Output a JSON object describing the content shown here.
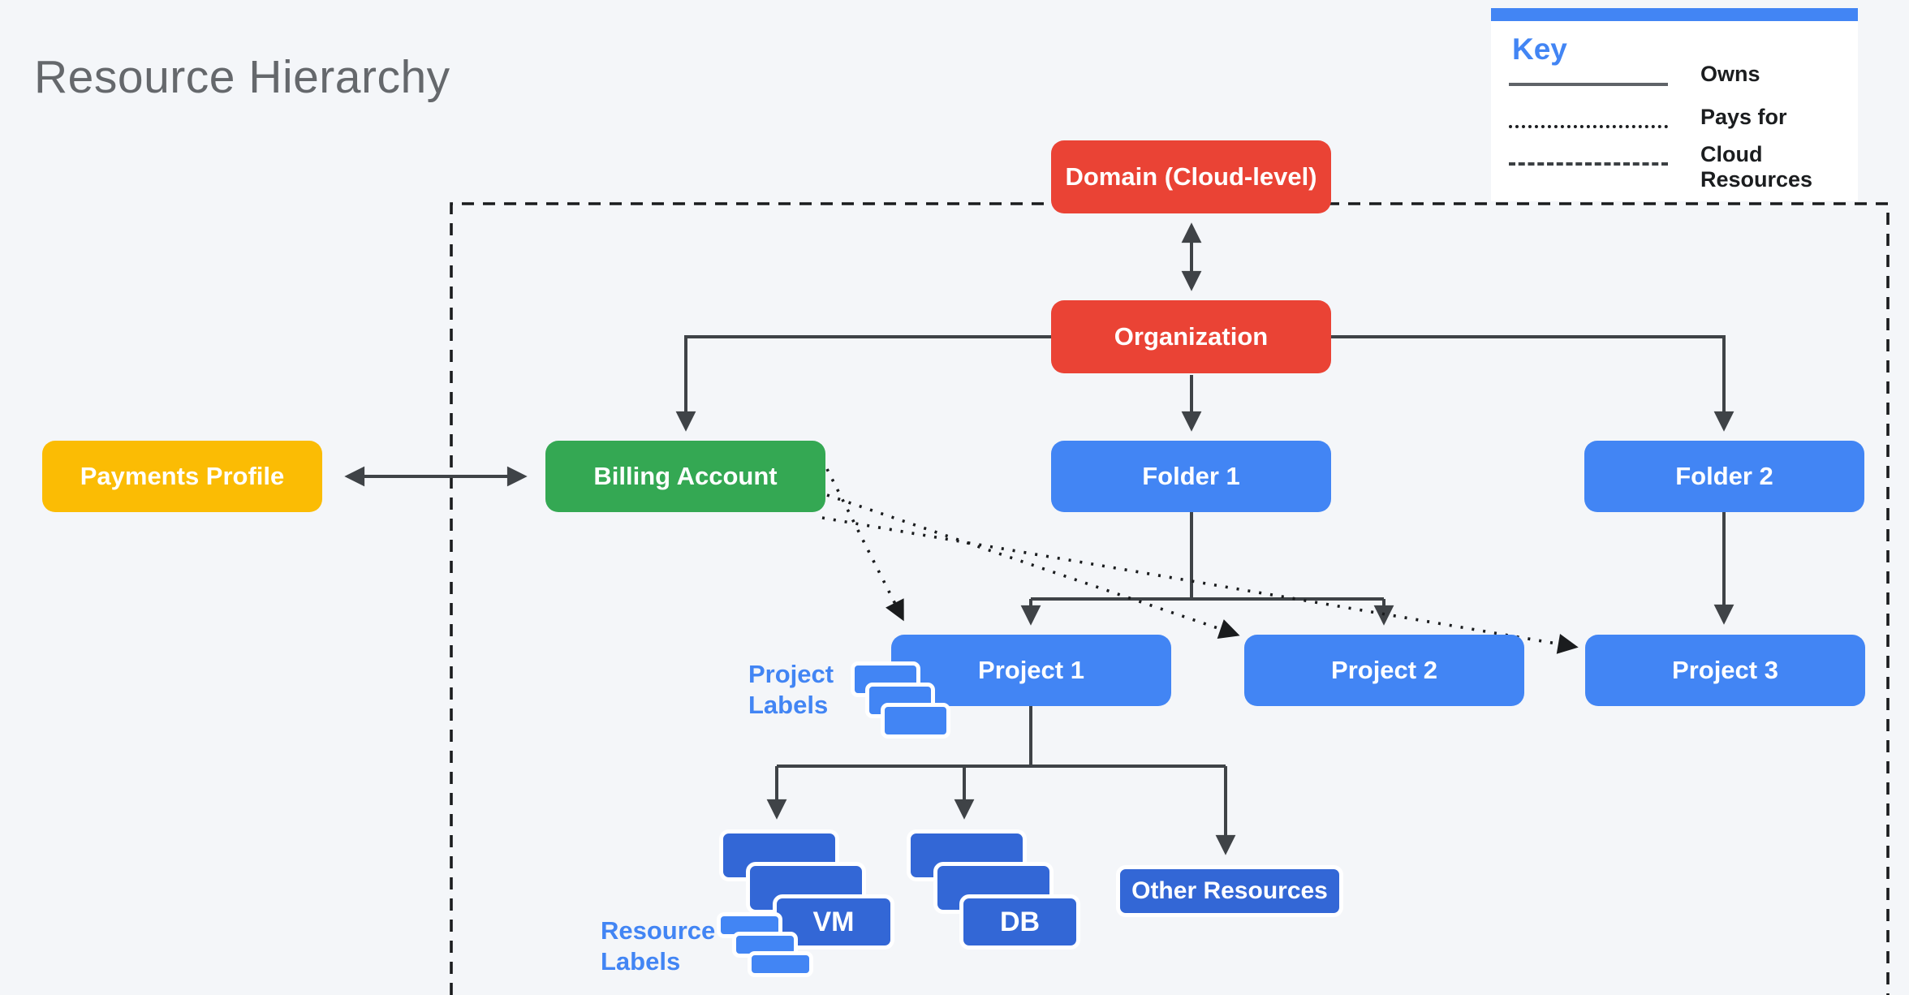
{
  "title": "Resource Hierarchy",
  "legend": {
    "title": "Key",
    "items": [
      {
        "style": "solid",
        "label": "Owns"
      },
      {
        "style": "dotted",
        "label": "Pays for"
      },
      {
        "style": "dashed",
        "label": "Cloud Resources"
      }
    ]
  },
  "nodes": {
    "domain": {
      "label": "Domain (Cloud-level)",
      "color": "#EA4335"
    },
    "organization": {
      "label": "Organization",
      "color": "#EA4335"
    },
    "payments_profile": {
      "label": "Payments Profile",
      "color": "#FBBC04"
    },
    "billing_account": {
      "label": "Billing Account",
      "color": "#34A853"
    },
    "folder1": {
      "label": "Folder 1",
      "color": "#4285F4"
    },
    "folder2": {
      "label": "Folder 2",
      "color": "#4285F4"
    },
    "project1": {
      "label": "Project 1",
      "color": "#4285F4"
    },
    "project2": {
      "label": "Project 2",
      "color": "#4285F4"
    },
    "project3": {
      "label": "Project 3",
      "color": "#4285F4"
    }
  },
  "resources": {
    "vm": {
      "label": "VM",
      "color": "#3367D6"
    },
    "db": {
      "label": "DB",
      "color": "#3367D6"
    },
    "other_resources": {
      "label": "Other Resources",
      "color": "#3367D6"
    }
  },
  "annotations": {
    "project_labels": "Project Labels",
    "resource_labels": "Resource Labels"
  },
  "colors": {
    "background": "#f4f6f9",
    "title_text": "#65686c",
    "red": "#EA4335",
    "blue": "#4285F4",
    "dark_blue": "#3367D6",
    "green": "#34A853",
    "yellow": "#FBBC04",
    "connector_gray": "#3f4347",
    "boundary_black": "#1a1c1e",
    "legend_bg": "#ffffff"
  }
}
